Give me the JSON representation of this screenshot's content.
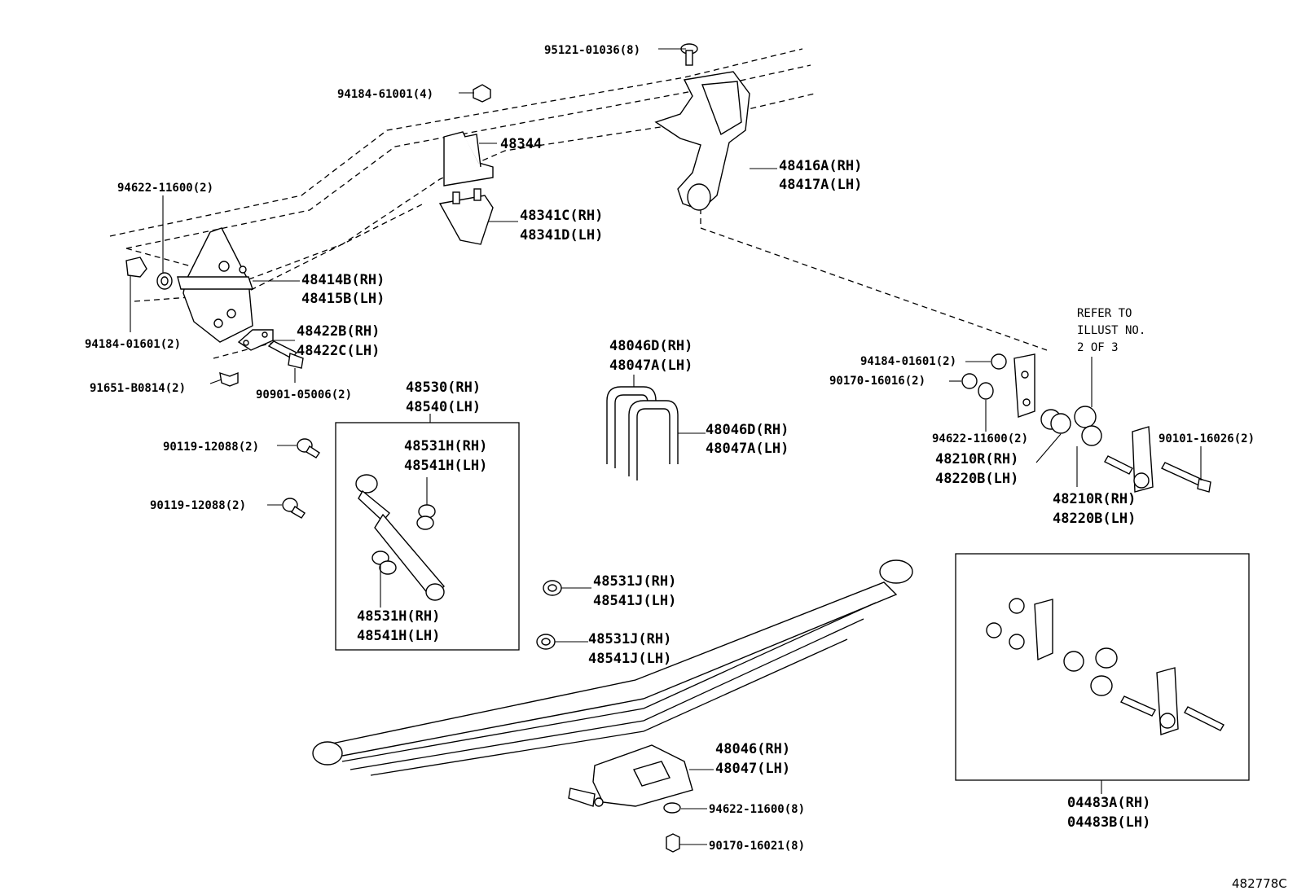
{
  "labels": {
    "p95121": "95121-01036(8)",
    "p94184a": "94184-61001(4)",
    "p48344": "48344",
    "p94622a": "94622-11600(2)",
    "p48416a": "48416A(RH)",
    "p48417a": "48417A(LH)",
    "p48341c": "48341C(RH)",
    "p48341d": "48341D(LH)",
    "p48414b": "48414B(RH)",
    "p48415b": "48415B(LH)",
    "p94184b": "94184-01601(2)",
    "p48422b": "48422B(RH)",
    "p48422c": "48422C(LH)",
    "p91651": "91651-B0814(2)",
    "p90901": "90901-05006(2)",
    "p48530": "48530(RH)",
    "p48540": "48540(LH)",
    "p90119a": "90119-12088(2)",
    "p90119b": "90119-12088(2)",
    "p48531h_top": "48531H(RH)",
    "p48541h_top": "48541H(LH)",
    "p48531h_bot": "48531H(RH)",
    "p48541h_bot": "48541H(LH)",
    "p48046d_top": "48046D(RH)",
    "p48047a_top": "48047A(LH)",
    "p48046d_mid": "48046D(RH)",
    "p48047a_mid": "48047A(LH)",
    "refer1": "REFER TO",
    "refer2": "ILLUST NO.",
    "refer3": "2 OF 3",
    "p94184c": "94184-01601(2)",
    "p90170a": "90170-16016(2)",
    "p94622b": "94622-11600(2)",
    "p90101": "90101-16026(2)",
    "p48210r_a": "48210R(RH)",
    "p48220b_a": "48220B(LH)",
    "p48210r_b": "48210R(RH)",
    "p48220b_b": "48220B(LH)",
    "p48531j_a": "48531J(RH)",
    "p48541j_a": "48541J(LH)",
    "p48531j_b": "48531J(RH)",
    "p48541j_b": "48541J(LH)",
    "p48046": "48046(RH)",
    "p48047": "48047(LH)",
    "p94622c": "94622-11600(8)",
    "p90170b": "90170-16021(8)",
    "p04483a": "04483A(RH)",
    "p04483b": "04483B(LH)",
    "figure_id": "482778C"
  }
}
